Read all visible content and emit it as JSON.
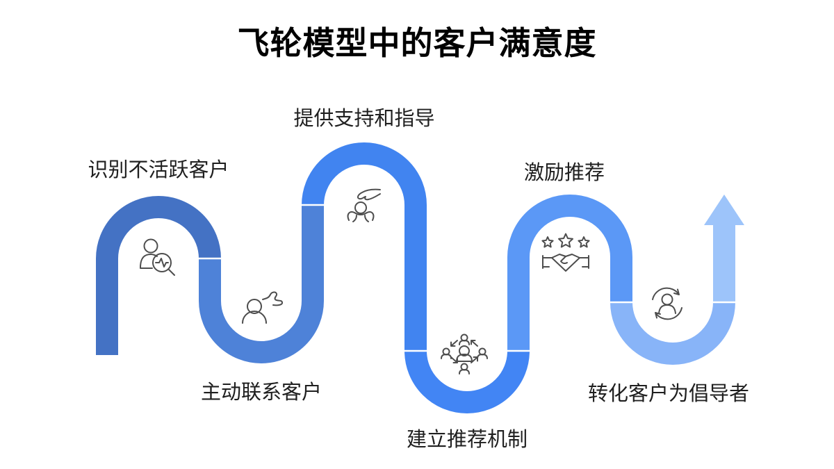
{
  "title": "飞轮模型中的客户满意度",
  "stages": [
    {
      "label": "识别不活跃客户",
      "icon": "user-search-icon",
      "color": "#4472C4",
      "label_position": "top"
    },
    {
      "label": "主动联系客户",
      "icon": "user-chat-icon",
      "color": "#4E82D8",
      "label_position": "bottom"
    },
    {
      "label": "提供支持和指导",
      "icon": "care-hand-icon",
      "color": "#4184F0",
      "label_position": "top"
    },
    {
      "label": "建立推荐机制",
      "icon": "referral-network-icon",
      "color": "#4285F4",
      "label_position": "bottom"
    },
    {
      "label": "激励推荐",
      "icon": "stars-handshake-icon",
      "color": "#5B98F6",
      "label_position": "top"
    },
    {
      "label": "转化客户为倡导者",
      "icon": "advocate-refresh-icon",
      "color": "#88B4F8",
      "label_position": "bottom"
    }
  ],
  "arrow": {
    "direction": "up",
    "color": "#9DC4FA"
  },
  "colors": {
    "background": "#FFFFFF",
    "title_text": "#000000",
    "label_text": "#1F1F1F",
    "icon_stroke": "#4D4D4D"
  }
}
